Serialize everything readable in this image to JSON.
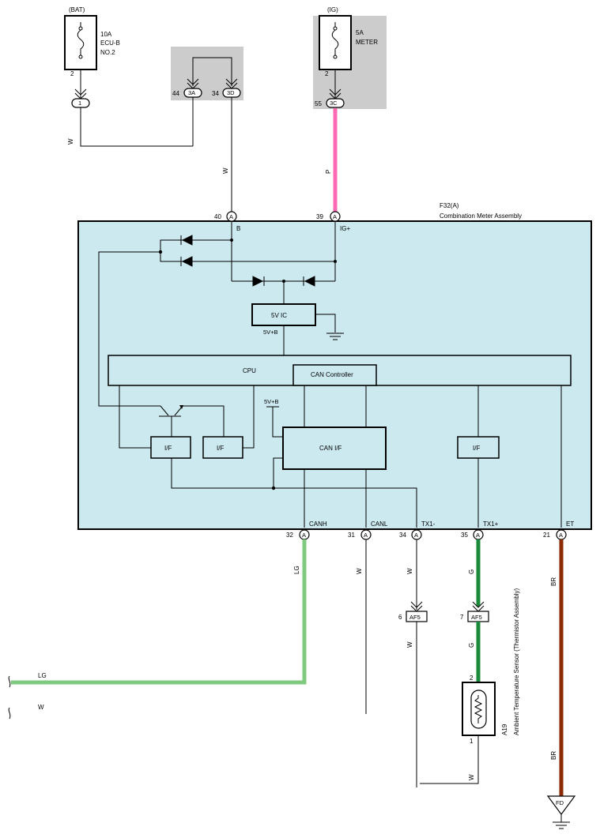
{
  "top_sources": {
    "bat": {
      "supply": "(BAT)",
      "rating": "10A",
      "name_line1": "ECU-B",
      "name_line2": "NO.2",
      "pin": "2",
      "connector": "1"
    },
    "ig": {
      "supply": "(IG)",
      "rating": "5A",
      "name": "METER",
      "pin": "2",
      "connector_pin": "55",
      "connector": "3C"
    },
    "junction": {
      "left_pin": "44",
      "left_connector": "3A",
      "right_pin": "34",
      "right_connector": "3D"
    }
  },
  "wire_labels": {
    "w_top_left": "W",
    "w_to_meter": "W",
    "p_to_meter": "P"
  },
  "meter": {
    "id": "F32(A)",
    "name": "Combination Meter Assembly",
    "top_pins": [
      {
        "num": "40",
        "conn": "A",
        "label": "B"
      },
      {
        "num": "39",
        "conn": "A",
        "label": "IG+"
      }
    ],
    "ic_label": "5V IC",
    "v5b_top": "5V+B",
    "v5b_mid": "5V+B",
    "cpu_label": "CPU",
    "can_controller_label": "CAN Controller",
    "can_if_label": "CAN I/F",
    "if_labels": [
      "I/F",
      "I/F",
      "I/F"
    ],
    "bottom_pins": [
      {
        "num": "32",
        "conn": "A",
        "label": "CANH"
      },
      {
        "num": "31",
        "conn": "A",
        "label": "CANL"
      },
      {
        "num": "34",
        "conn": "A",
        "label": "TX1-"
      },
      {
        "num": "35",
        "conn": "A",
        "label": "TX1+"
      },
      {
        "num": "21",
        "conn": "A",
        "label": "ET"
      }
    ]
  },
  "lower": {
    "lg_vertical": "LG",
    "w_canl": "W",
    "w_tx_minus_top": "W",
    "w_tx_minus_bottom": "W",
    "g_top": "G",
    "g_bottom": "G",
    "br_top": "BR",
    "br_bottom": "BR",
    "af5_left": {
      "pin": "6",
      "name": "AF5"
    },
    "af5_right": {
      "pin": "7",
      "name": "AF5"
    },
    "lg_horizontal": "LG",
    "w_horizontal": "W",
    "sensor": {
      "pin_top": "2",
      "pin_bottom": "1",
      "id": "A19",
      "name": "Ambient Temperature Sensor (Thermistor Assembly)"
    },
    "w_sensor_return": "W",
    "ground": "FD"
  },
  "colors": {
    "meter_fill": "#cce9f0",
    "gray_box": "#cccccc",
    "pink": "#ff69b4",
    "light_green": "#7fc97f",
    "green": "#1a8a3a",
    "brown": "#8b2a00"
  }
}
